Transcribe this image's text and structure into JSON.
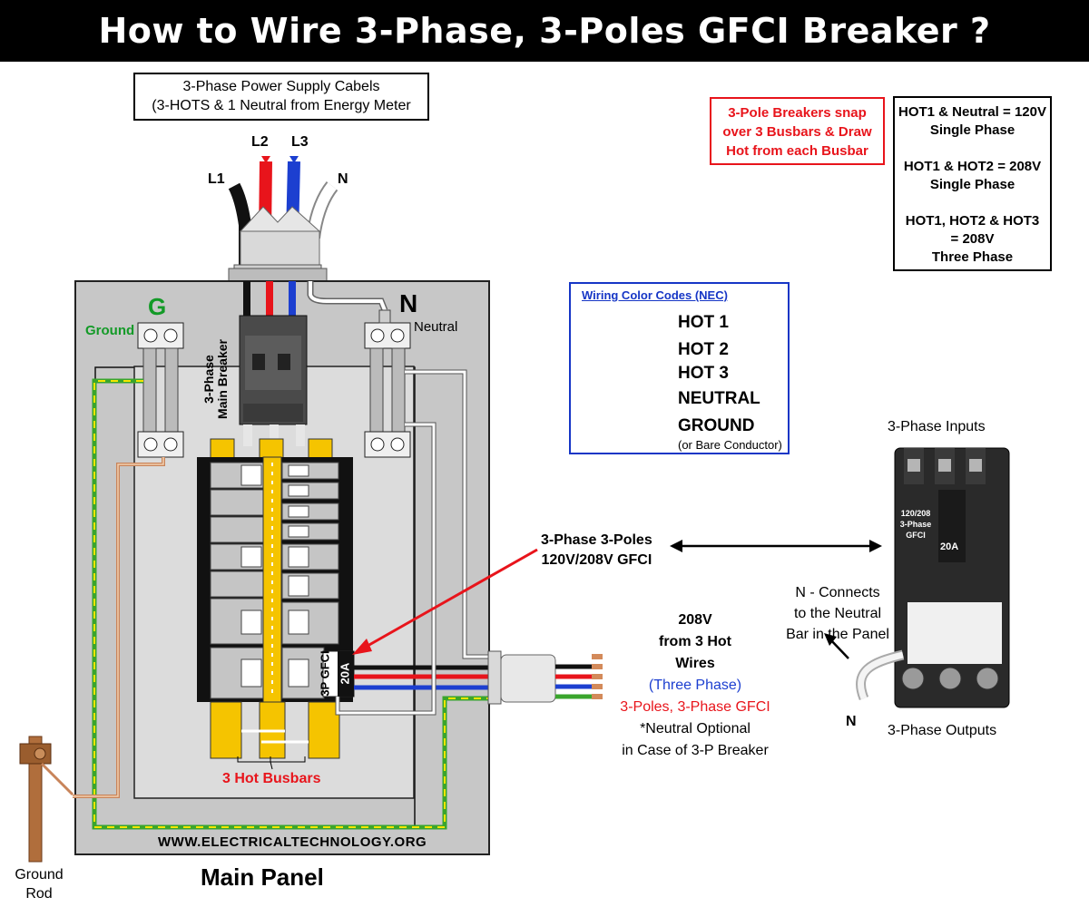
{
  "title": "How to Wire 3-Phase, 3-Poles GFCI Breaker ?",
  "supply_box": {
    "line1": "3-Phase Power Supply Cabels",
    "line2": "(3-HOTS & 1 Neutral from Energy Meter"
  },
  "conductor_labels": {
    "l1": "L1",
    "l2": "L2",
    "l3": "L3",
    "n": "N"
  },
  "note_red": {
    "line1": "3-Pole Breakers snap",
    "line2": "over 3 Busbars & Draw",
    "line3": "Hot from each Busbar"
  },
  "voltage_box": {
    "a1": "HOT1 & Neutral = 120V",
    "a2": "Single Phase",
    "b1": "HOT1 & HOT2 = 208V",
    "b2": "Single Phase",
    "c1": "HOT1, HOT2 & HOT3",
    "c2": "= 208V",
    "c3": "Three Phase"
  },
  "panel": {
    "ground_letter": "G",
    "ground_label": "Ground",
    "neutral_letter": "N",
    "neutral_label": "Neutral",
    "main_breaker_line1": "3-Phase",
    "main_breaker_line2": "Main Breaker",
    "gfci_label": "3P GFCI",
    "gfci_rating": "20A",
    "busbars_label": "3 Hot Busbars",
    "website": "WWW.ELECTRICALTECHNOLOGY.ORG",
    "name": "Main Panel"
  },
  "legend": {
    "title": "Wiring Color Codes (NEC)",
    "items": [
      {
        "label": "HOT 1",
        "color": "#111111"
      },
      {
        "label": "HOT 2",
        "color": "#e8141b"
      },
      {
        "label": "HOT 3",
        "color": "#1c4fd0"
      },
      {
        "label": "NEUTRAL",
        "color": "#f2f2f2"
      },
      {
        "label": "GROUND",
        "color": "#3aa52c"
      }
    ],
    "ground_sub": "(or Bare Conductor)"
  },
  "callout": {
    "line1": "3-Phase 3-Poles",
    "line2": "120V/208V GFCI"
  },
  "output_text": {
    "line1": "208V",
    "line2": "from 3 Hot",
    "line3": "Wires",
    "line4": "(Three Phase)",
    "line5": "3-Poles, 3-Phase GFCI",
    "line6": "*Neutral Optional",
    "line7": "in Case of 3-P Breaker"
  },
  "breaker_photo": {
    "inputs_label": "3-Phase Inputs",
    "outputs_label": "3-Phase Outputs",
    "face_line1": "120/208",
    "face_line2": "3-Phase",
    "face_line3": "GFCI",
    "rating": "20A",
    "neutral_note_1": "N - Connects",
    "neutral_note_2": "to the Neutral",
    "neutral_note_3": "Bar in the Panel",
    "pigtail_label": "N"
  },
  "ground_rod": {
    "line1": "Ground",
    "line2": "Rod"
  },
  "colors": {
    "hot1": "#111111",
    "hot2": "#e8141b",
    "hot3": "#1c4fd0",
    "neutral": "#ffffff",
    "ground": "#3aa52c",
    "busbar": "#f5c400",
    "panel": "#bdbdbd"
  }
}
